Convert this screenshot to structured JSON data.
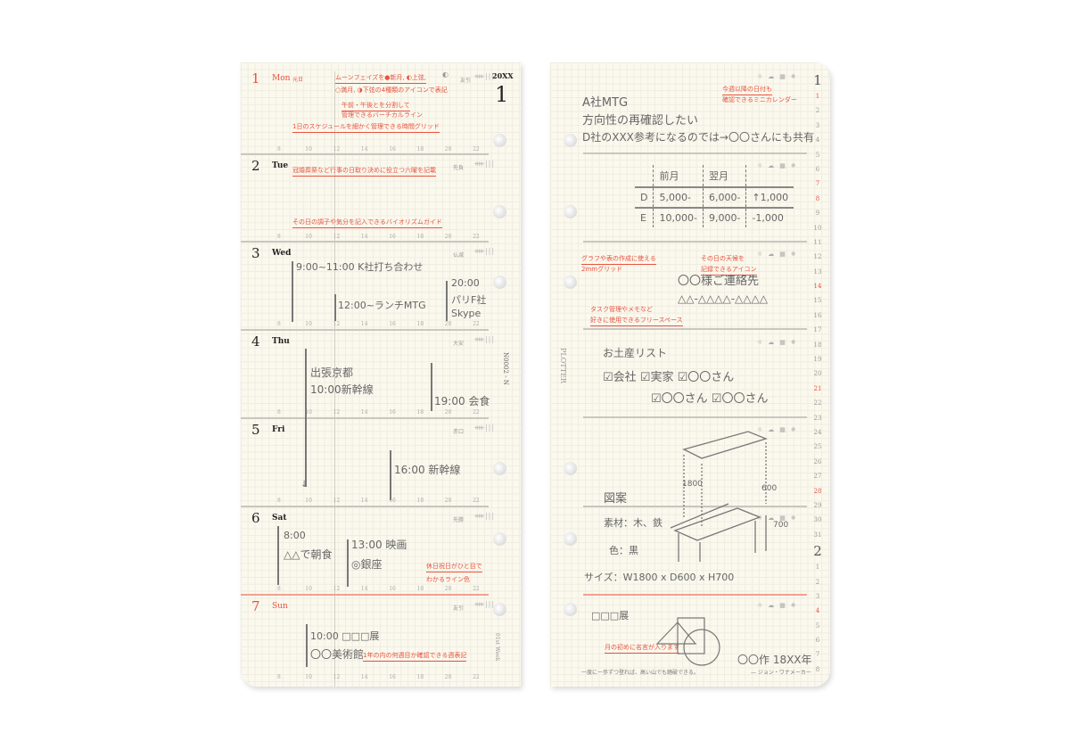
{
  "left_page": {
    "year": "20XX",
    "month": "1",
    "moon_icon": "first-quarter-moon-icon",
    "axis_hours": [
      "8",
      "10",
      "12",
      "14",
      "16",
      "18",
      "20",
      "22"
    ],
    "days": [
      {
        "num": "1",
        "name": "Mon",
        "holiday": "元日",
        "rokuyo": "友引",
        "holiday_color": "#e8533f"
      },
      {
        "num": "2",
        "name": "Tue",
        "rokuyo": "先負"
      },
      {
        "num": "3",
        "name": "Wed",
        "rokuyo": "仏滅"
      },
      {
        "num": "4",
        "name": "Thu",
        "rokuyo": "大安"
      },
      {
        "num": "5",
        "name": "Fri",
        "rokuyo": "赤口"
      },
      {
        "num": "6",
        "name": "Sat",
        "rokuyo": "先勝"
      },
      {
        "num": "7",
        "name": "Sun",
        "rokuyo": "友引"
      }
    ],
    "biorhythm": "ᚔ|||",
    "entries": {
      "wed_1": "9:00~11:00 K社打ち合わせ",
      "wed_2": "12:00~ランチMTG",
      "wed_3a": "20:00",
      "wed_3b": "パリF社",
      "wed_3c": "Skype",
      "thu_1a": "出張京都",
      "thu_1b": "10:00新幹線",
      "thu_2": "19:00 会食",
      "fri_1": "16:00 新幹線",
      "sat_1a": "8:00",
      "sat_1b": "△△で朝食",
      "sat_2a": "13:00 映画",
      "sat_2b": "◎銀座",
      "sun_1a": "10:00 □□□展",
      "sun_1b": "〇〇美術館"
    },
    "notes": {
      "moon_1": "ムーンフェイズを●新月, ◐上弦,",
      "moon_2": "○満月, ◑下弦の4種類のアイコンで表記",
      "vline_1": "午前・午後とを分割して",
      "vline_2": "管理できるバーチカルライン",
      "grid": "1日のスケジュールを細かく管理できる時間グリッド",
      "rokuyo": "冠婚葬祭など行事の日取り決めに役立つ六曜を記載",
      "bio": "その日の調子や気分を記入できるバイオリズムガイド",
      "holiday_1": "休日祝日がひと目で",
      "holiday_2": "わかるライン色",
      "week": "1年の内の何週目か確認できる週表記"
    },
    "week_label": "01st Week",
    "code": "N0002 - N"
  },
  "right_page": {
    "weather_icons": [
      "sun-icon",
      "cloud-icon",
      "rain-icon",
      "snow-icon"
    ],
    "weather_glyphs": "☼☁▦❄",
    "mini_calendar": {
      "jan": [
        "1",
        "2",
        "3",
        "4",
        "5",
        "6",
        "7",
        "8",
        "9",
        "10",
        "11",
        "12",
        "13",
        "14",
        "15",
        "16",
        "17",
        "18",
        "19",
        "20",
        "21",
        "22",
        "23",
        "24",
        "25",
        "26",
        "27",
        "28",
        "29",
        "30",
        "31"
      ],
      "feb_label": "2",
      "feb": [
        "1",
        "2",
        "3",
        "4",
        "5",
        "6",
        "7",
        "8"
      ],
      "jan_label": "1",
      "red_jan": [
        "1",
        "7",
        "8",
        "14",
        "21",
        "28"
      ],
      "red_feb": [
        "4"
      ]
    },
    "memo": {
      "l1": "A社MTG",
      "l2": "方向性の再確認したい",
      "l3": "D社のXXX参考になるのでは→〇〇さんにも共有"
    },
    "table": {
      "headers": [
        "",
        "前月",
        "翌月",
        ""
      ],
      "rows": [
        [
          "D",
          "5,000-",
          "6,000-",
          "↑1,000"
        ],
        [
          "E",
          "10,000-",
          "9,000-",
          "-1,000"
        ]
      ]
    },
    "contact": {
      "l1": "〇〇様ご連絡先",
      "l2": "△△-△△△△-△△△△"
    },
    "souvenir": {
      "title": "お土産リスト",
      "l1": "☑会社 ☑実家 ☑〇〇さん",
      "l2": "☑〇〇さん ☑〇〇さん"
    },
    "design": {
      "title": "図案",
      "material": "素材：木、鉄",
      "color": "色：黒",
      "size": "サイズ：W1800 x D600 x H700",
      "dim_w": "1800",
      "dim_d": "600",
      "dim_h": "700"
    },
    "exhibit": "□□□展",
    "quote": "一度に一歩ずつ登れば、高い山でも踏破できる。",
    "quote_author": "— ジョン・ワナメーカー",
    "hw_sign": "〇〇作 18XX年",
    "brand": "PLOTTER",
    "notes": {
      "cal_1": "今週以降の日付も",
      "cal_2": "確認できるミニカレンダー",
      "grid_1": "グラフや表の作成に使える",
      "grid_2": "2mmグリッド",
      "wx_1": "その日の天候を",
      "wx_2": "記録できるアイコン",
      "free_1": "タスク管理やメモなど",
      "free_2": "好きに使用できるフリースペース",
      "quote": "月の初めに名言が入ります"
    }
  }
}
